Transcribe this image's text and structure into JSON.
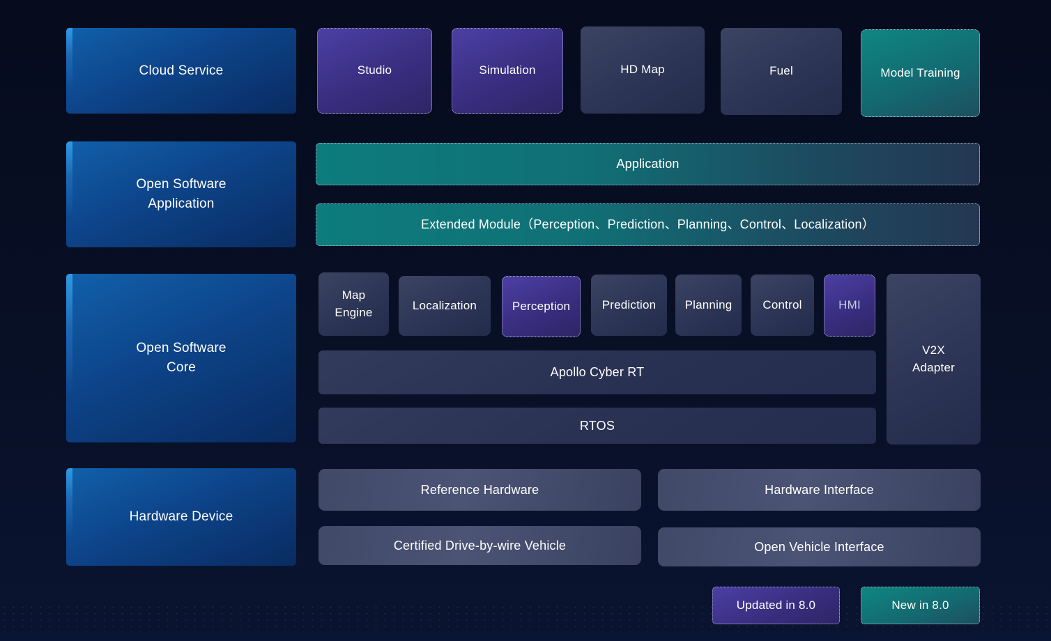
{
  "diagram": {
    "rows": {
      "cloud": {
        "label": "Cloud Service",
        "studio": "Studio",
        "simulation": "Simulation",
        "hd_map": "HD Map",
        "fuel": "Fuel",
        "model_training": "Model Training"
      },
      "open_software_application": {
        "label": "Open Software\nApplication",
        "application": "Application",
        "extended_module": "Extended Module（Perception、Prediction、Planning、Control、Localization）"
      },
      "open_software_core": {
        "label": "Open Software\nCore",
        "map_engine": "Map\nEngine",
        "localization": "Localization",
        "perception": "Perception",
        "prediction": "Prediction",
        "planning": "Planning",
        "control": "Control",
        "hmi": "HMI",
        "v2x_adapter": "V2X\nAdapter",
        "apollo_cyber_rt": "Apollo Cyber RT",
        "rtos": "RTOS"
      },
      "hardware": {
        "label": "Hardware Device",
        "reference_hardware": "Reference Hardware",
        "hardware_interface": "Hardware Interface",
        "certified_vehicle": "Certified Drive-by-wire Vehicle",
        "open_vehicle_interface": "Open Vehicle Interface"
      }
    },
    "legend": {
      "updated": "Updated in 8.0",
      "new": "New in 8.0"
    },
    "colors": {
      "background_top": "#060b1d",
      "background_bottom": "#0a1430",
      "layer_label_blue": "#0d4489",
      "layer_label_stripe": "#2f9ae4",
      "module_dark": "#2c3555",
      "hardware_bar": "#4c5476",
      "updated_purple": "#392e80",
      "new_teal": "#0f8681",
      "dotted_border": "#cdd4ee",
      "text": "#ffffff"
    }
  }
}
